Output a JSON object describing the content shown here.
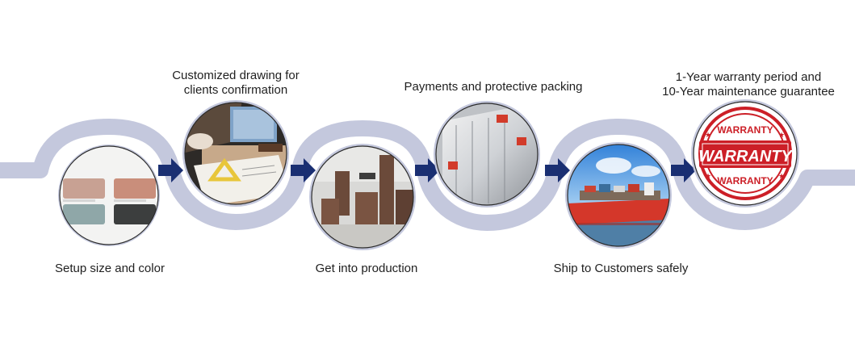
{
  "colors": {
    "ribbon": "#c4c8dd",
    "ribbon_edge": "#b3b8d1",
    "arrow": "#1a2f72",
    "circle_border": "#2b2b2b",
    "warranty_red": "#cc1f27"
  },
  "steps": [
    {
      "id": "setup",
      "label_lines": [
        "Setup size and color"
      ],
      "image": "color-swatches"
    },
    {
      "id": "drawing",
      "label_lines": [
        "Customized drawing for",
        "clients confirmation"
      ],
      "image": "designer-drawing-desk"
    },
    {
      "id": "production",
      "label_lines": [
        "Get into production"
      ],
      "image": "production-showroom"
    },
    {
      "id": "packing",
      "label_lines": [
        "Payments and protective packing"
      ],
      "image": "wrapped-pallet"
    },
    {
      "id": "shipping",
      "label_lines": [
        "Ship to Customers safely"
      ],
      "image": "container-ship"
    },
    {
      "id": "warranty",
      "label_lines": [
        "1-Year warranty period and",
        "10-Year maintenance guarantee"
      ],
      "image": "warranty-stamp"
    }
  ],
  "stamp": {
    "main": "WARRANTY",
    "top": "WARRANTY",
    "bottom": "WARRANTY"
  }
}
